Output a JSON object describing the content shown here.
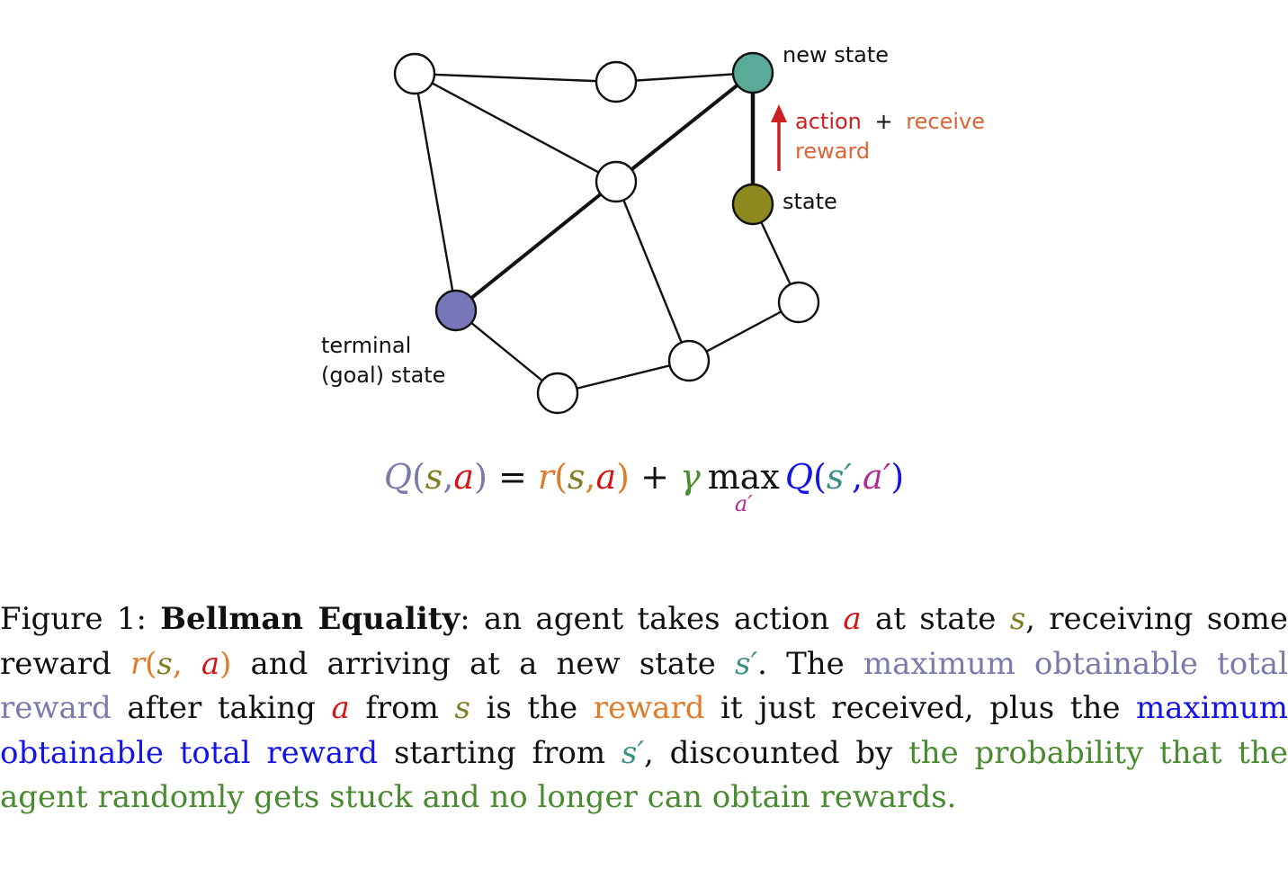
{
  "colors": {
    "state_node": "#8c8a1e",
    "new_state_node": "#5aaa98",
    "terminal_node": "#7876b8",
    "plain_node": "#ffffff",
    "arrow": "#cc1f1f"
  },
  "diagram": {
    "labels": {
      "new_state": "new state",
      "action": "action",
      "plus": "+",
      "receive": "receive",
      "reward": "reward",
      "state": "state",
      "terminal_line1": "terminal",
      "terminal_line2": "(goal) state"
    }
  },
  "equation": {
    "Q": "Q",
    "lp": "(",
    "s": "s",
    "comma": ",",
    "a": "a",
    "rp": ")",
    "eq": " = ",
    "r": "r",
    "plus": " + ",
    "gamma": "γ",
    "max": "max",
    "max_sub": "a′",
    "Q2": "Q",
    "s_prime": "s′",
    "a_prime": "a′"
  },
  "caption": {
    "fig_label": "Figure 1: ",
    "title": "Bellman Equality",
    "p1": ": an agent takes action ",
    "a": "a",
    "p2": " at state ",
    "s": "s",
    "p3": ", receiving some reward ",
    "r_expr_r": "r",
    "r_expr_lp": "(",
    "r_expr_comma": ", ",
    "r_expr_rp": ")",
    "p4": " and arriving at a new state ",
    "s_prime": "s′",
    "p5": ".  The ",
    "max_total": "maximum obtainable total reward",
    "p6": " after taking ",
    "p7": " from ",
    "p8": " is the ",
    "reward_word": "reward",
    "p9": " it just received, plus the ",
    "max_total2": "maximum obtainable total reward",
    "p10": " starting from ",
    "p11": ", discounted by ",
    "discount": "the probability that the agent randomly gets stuck and no longer can obtain rewards."
  }
}
